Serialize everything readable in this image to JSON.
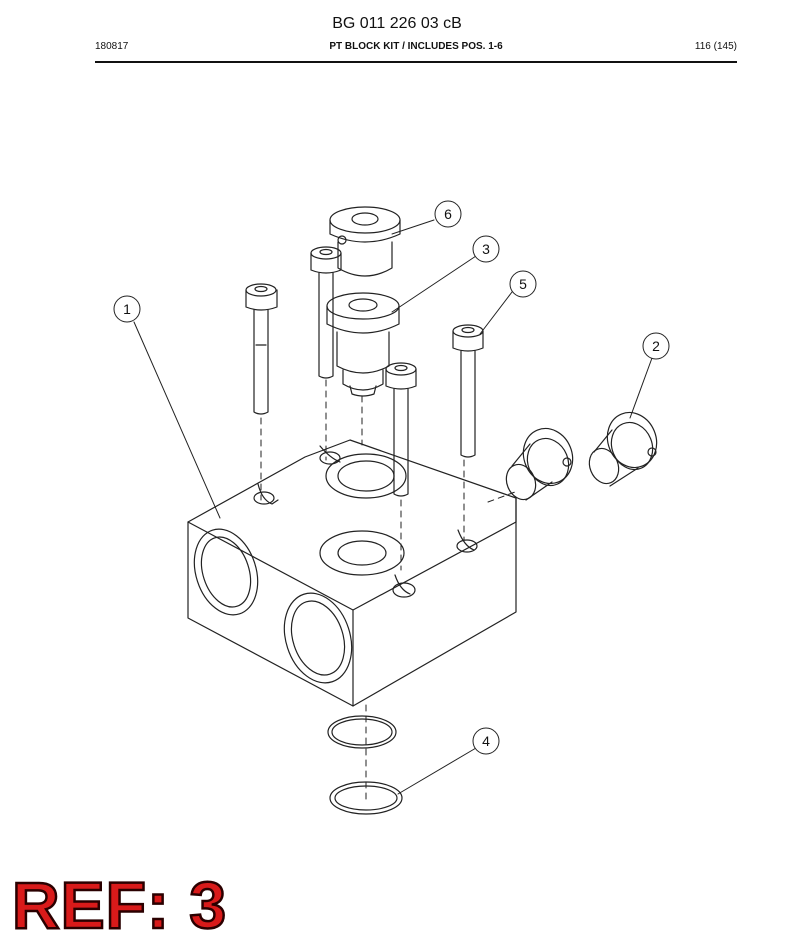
{
  "header": {
    "doc_number": "BG 011 226 03 cB",
    "date_code": "180817",
    "title": "PT BLOCK KIT / INCLUDES POS. 1-6",
    "page": "116 (145)"
  },
  "callouts": [
    "1",
    "2",
    "3",
    "4",
    "5",
    "6"
  ],
  "stamp": {
    "text": "REF: 3",
    "color": "#d91a1a"
  }
}
